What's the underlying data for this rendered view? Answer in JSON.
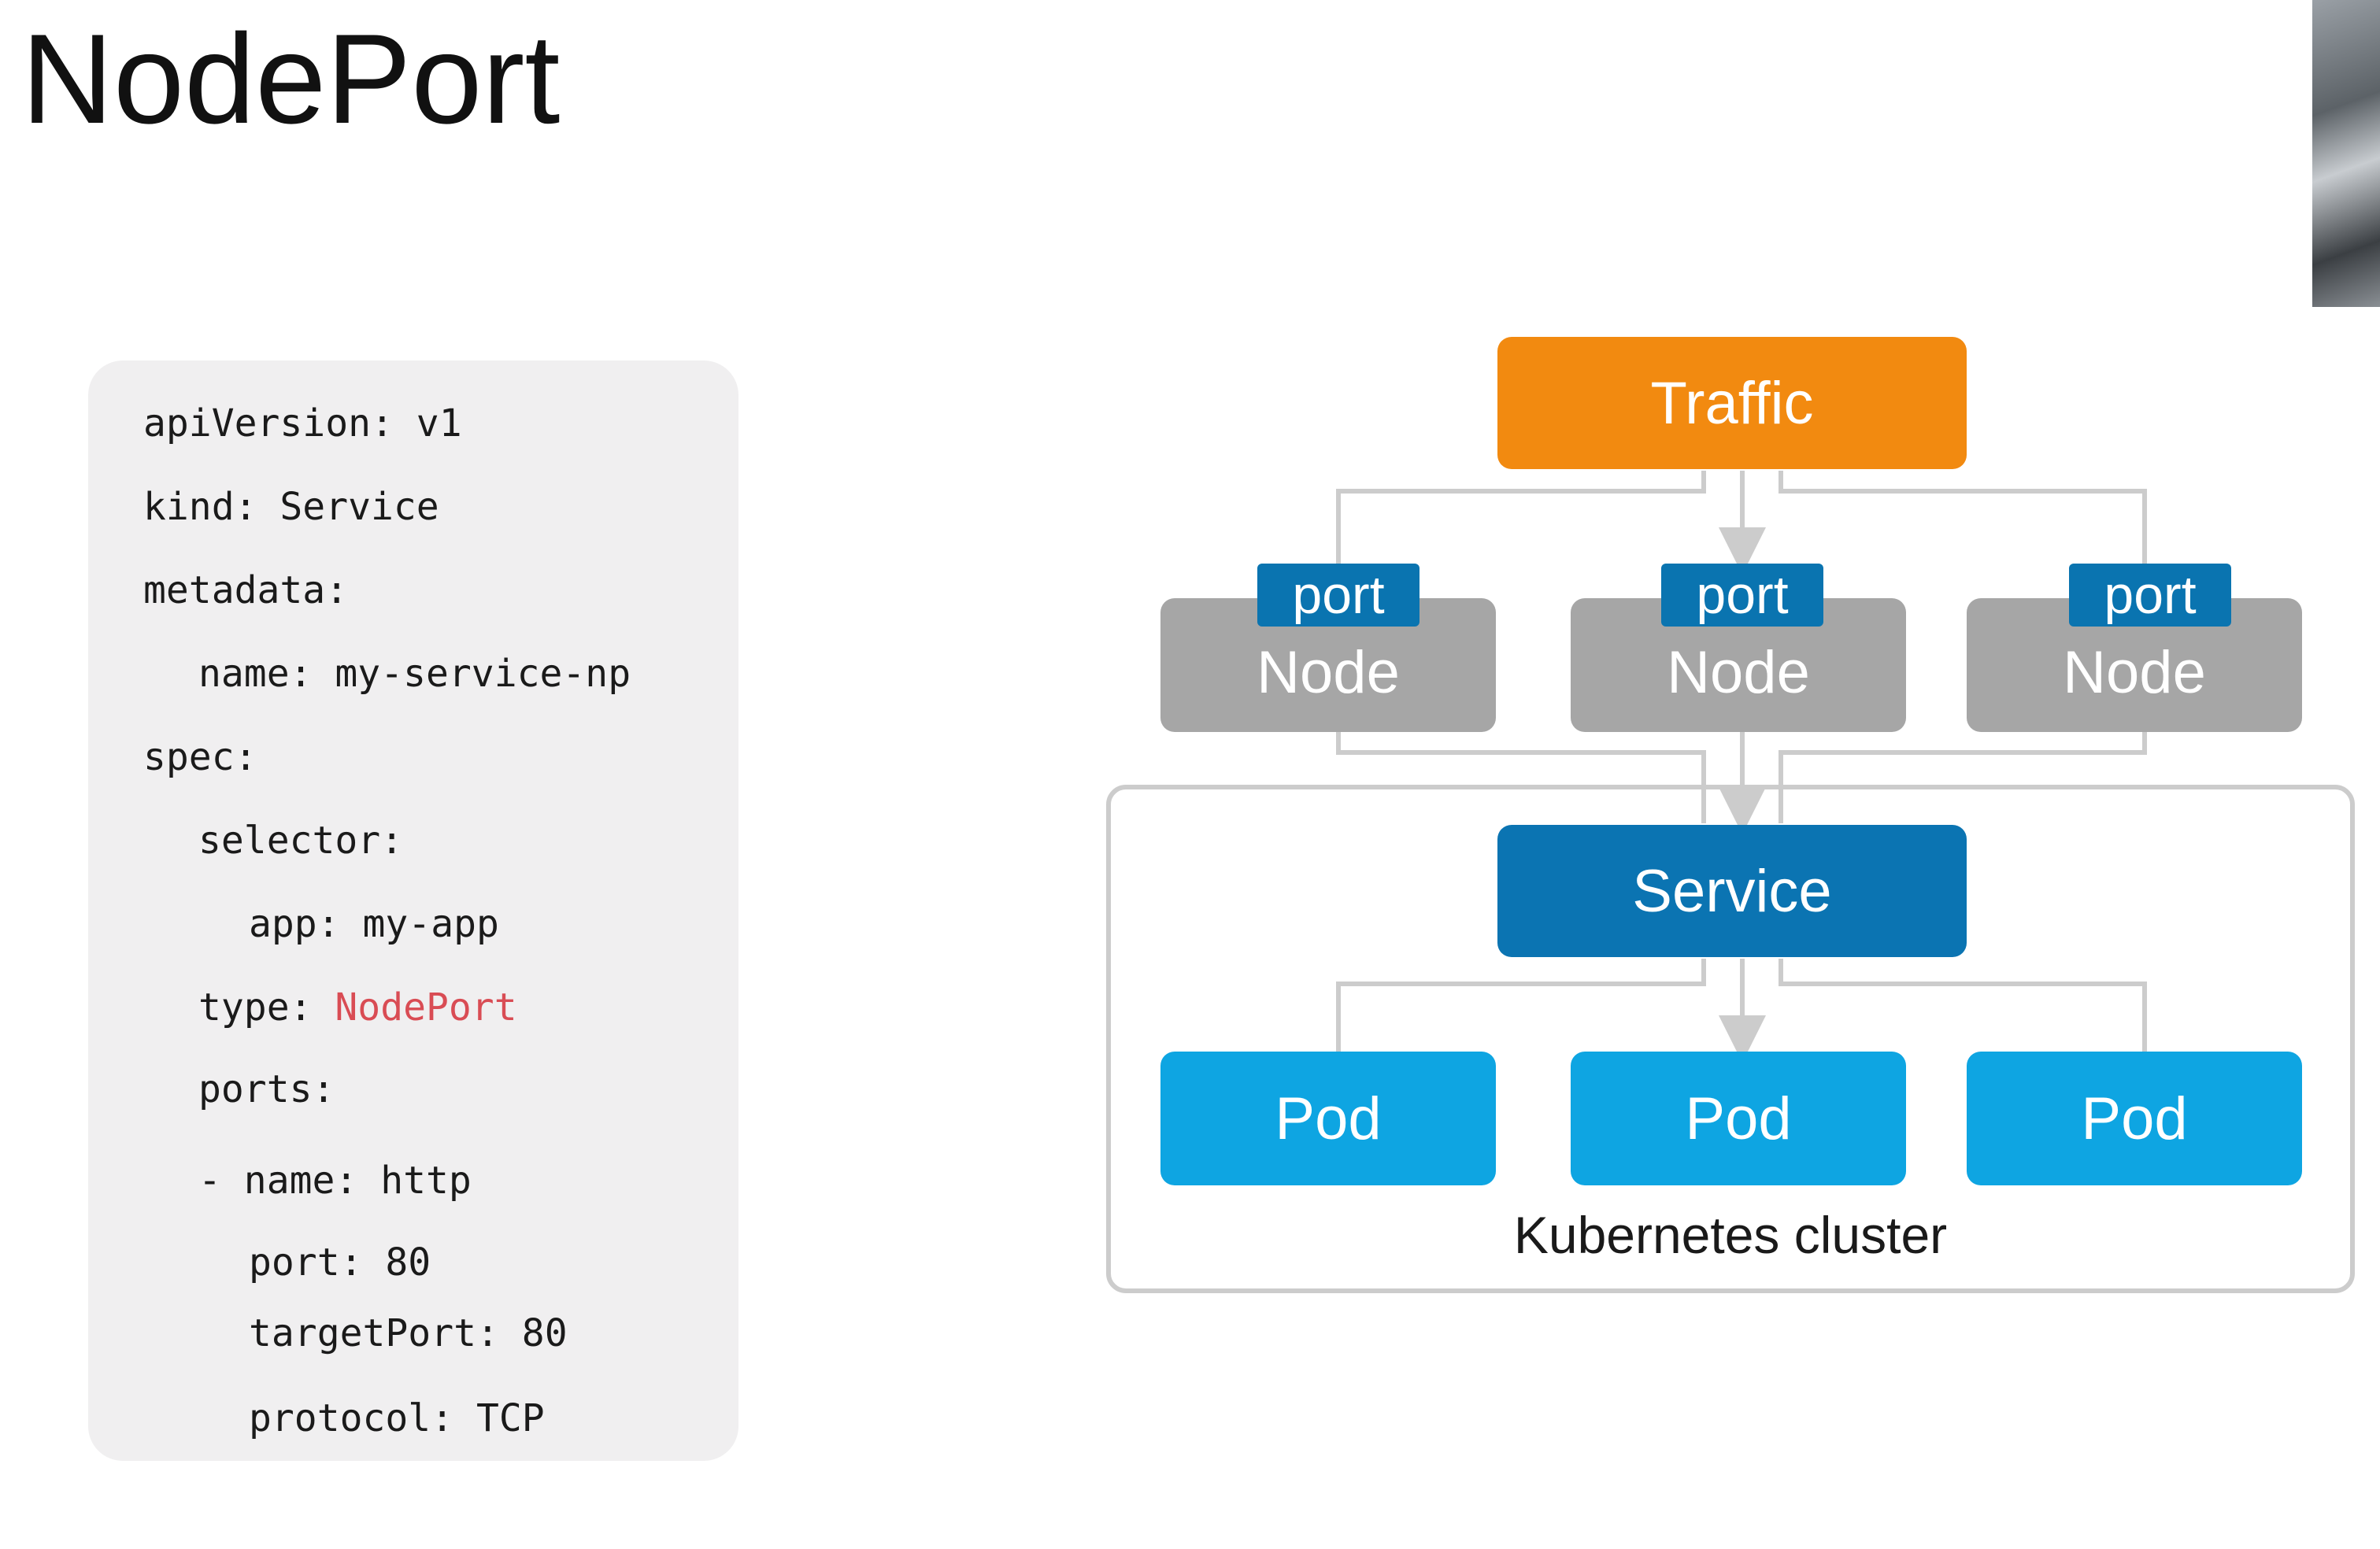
{
  "slide": {
    "title": "NodePort"
  },
  "yaml_manifest": [
    {
      "key": "apiVersion:",
      "value": "v1",
      "indent": 0,
      "highlight": false
    },
    {
      "key": "kind:",
      "value": "Service",
      "indent": 0,
      "highlight": false
    },
    {
      "key": "metadata:",
      "value": "",
      "indent": 0,
      "highlight": false
    },
    {
      "key": "name:",
      "value": "my-service-np",
      "indent": 1,
      "highlight": false
    },
    {
      "key": "spec:",
      "value": "",
      "indent": 0,
      "highlight": false
    },
    {
      "key": "selector:",
      "value": "",
      "indent": 1,
      "highlight": false
    },
    {
      "key": "app:",
      "value": "my-app",
      "indent": 2,
      "highlight": false
    },
    {
      "key": "type:",
      "value": "NodePort",
      "indent": 1,
      "highlight": true
    },
    {
      "key": "ports:",
      "value": "",
      "indent": 1,
      "highlight": false
    },
    {
      "key": "- name:",
      "value": "http",
      "indent": 1,
      "highlight": false
    },
    {
      "key": "port:",
      "value": "80",
      "indent": 2,
      "highlight": false
    },
    {
      "key": "targetPort:",
      "value": "80",
      "indent": 2,
      "highlight": false
    },
    {
      "key": "protocol:",
      "value": "TCP",
      "indent": 2,
      "highlight": false
    }
  ],
  "diagram": {
    "traffic_label": "Traffic",
    "nodes": [
      {
        "label": "Node",
        "port_label": "port"
      },
      {
        "label": "Node",
        "port_label": "port"
      },
      {
        "label": "Node",
        "port_label": "port"
      }
    ],
    "service_label": "Service",
    "pods": [
      {
        "label": "Pod"
      },
      {
        "label": "Pod"
      },
      {
        "label": "Pod"
      }
    ],
    "cluster_label": "Kubernetes cluster"
  },
  "colors": {
    "traffic": "#f28a10",
    "node": "#a6a6a6",
    "port_tag": "#0a74b0",
    "service": "#0b74b2",
    "pod": "#0ea5e2",
    "code_panel_bg": "#f0eff0",
    "code_highlight": "#d94c54",
    "connector": "#cccccc"
  }
}
